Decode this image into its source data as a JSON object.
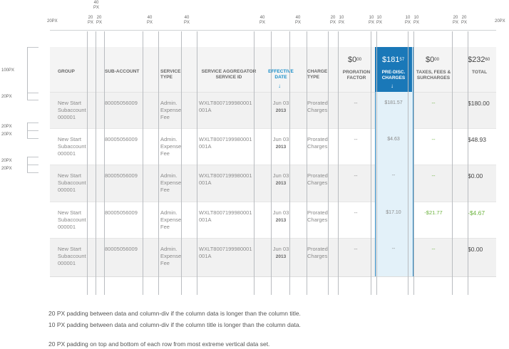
{
  "top_labels": {
    "l20a": "20PX",
    "l40a_1": "40",
    "l40a_2": "PX",
    "l20b_1": "20",
    "l20b_2": "PX",
    "l20c_1": "20",
    "l20c_2": "PX",
    "l40b_1": "40",
    "l40b_2": "PX",
    "l40c_1": "40",
    "l40c_2": "PX",
    "l40d_1": "40",
    "l40d_2": "PX",
    "l40e_1": "40",
    "l40e_2": "PX",
    "l20d_1": "20",
    "l20d_2": "PX",
    "l10a_1": "10",
    "l10a_2": "PX",
    "l10b_1": "10",
    "l10b_2": "PX",
    "l10c_1": "10",
    "l10c_2": "PX",
    "l10d_1": "10",
    "l10d_2": "PX",
    "l10e_1": "10",
    "l10e_2": "PX",
    "l20e_1": "20",
    "l20e_2": "PX",
    "l20f_1": "20",
    "l20f_2": "PX",
    "l20g": "20PX"
  },
  "left_labels": [
    "100PX",
    "20PX",
    "20PX",
    "20PX",
    "20PX",
    "20PX"
  ],
  "headers": {
    "group": "GROUP",
    "sub_account": "SUB-ACCOUNT",
    "service_type_1": "SERVICE",
    "service_type_2": "TYPE",
    "aggregator_1": "SERVICE AGGREGATOR",
    "aggregator_2": "SERVICE ID",
    "effective_1": "EFFECTIVE",
    "effective_2": "DATE",
    "charge_type_1": "CHARGE",
    "charge_type_2": "TYPE",
    "proration_1": "PRORATION",
    "proration_2": "FACTOR",
    "prediscount_1": "PRE-DISC.",
    "prediscount_2": "CHARGES",
    "taxes_1": "TAXES, FEES &",
    "taxes_2": "SURCHARGES",
    "total": "TOTAL"
  },
  "totals": {
    "proration_main": "$0",
    "proration_cents": "00",
    "prediscount_main": "$181",
    "prediscount_cents": "57",
    "taxes_main": "$0",
    "taxes_cents": "00",
    "total_main": "$232",
    "total_cents": "60"
  },
  "rows": [
    {
      "group1": "New Start",
      "group2": "Subaccount",
      "group3": "000001",
      "sub": "80005056009",
      "st1": "Admin.",
      "st2": "Expense",
      "st3": "Fee",
      "agg1": "WXLT8007199980001",
      "agg2": "001A",
      "date1": "Jun 03",
      "date2": "2013",
      "ct1": "Prorated",
      "ct2": "Charges",
      "proration": "--",
      "prediscount": "$181.57",
      "taxes": "--",
      "total": "$180.00"
    },
    {
      "group1": "New Start",
      "group2": "Subaccount",
      "group3": "000001",
      "sub": "80005056009",
      "st1": "Admin.",
      "st2": "Expense",
      "st3": "Fee",
      "agg1": "WXLT8007199980001",
      "agg2": "001A",
      "date1": "Jun 03",
      "date2": "2013",
      "ct1": "Prorated",
      "ct2": "Charges",
      "proration": "--",
      "prediscount": "$4.63",
      "taxes": "--",
      "total": "$48.93"
    },
    {
      "group1": "New Start",
      "group2": "Subaccount",
      "group3": "000001",
      "sub": "80005056009",
      "st1": "Admin.",
      "st2": "Expense",
      "st3": "Fee",
      "agg1": "WXLT8007199980001",
      "agg2": "001A",
      "date1": "Jun 03",
      "date2": "2013",
      "ct1": "Prorated",
      "ct2": "Charges",
      "proration": "--",
      "prediscount": "--",
      "taxes": "--",
      "total": "$0.00"
    },
    {
      "group1": "New Start",
      "group2": "Subaccount",
      "group3": "000001",
      "sub": "80005056009",
      "st1": "Admin.",
      "st2": "Expense",
      "st3": "Fee",
      "agg1": "WXLT8007199980001",
      "agg2": "001A",
      "date1": "Jun 03",
      "date2": "2013",
      "ct1": "Prorated",
      "ct2": "Charges",
      "proration": "--",
      "prediscount": "$17.10",
      "taxes": "-$21.77",
      "total": "-$4.67"
    },
    {
      "group1": "New Start",
      "group2": "Subaccount",
      "group3": "000001",
      "sub": "80005056009",
      "st1": "Admin.",
      "st2": "Expense",
      "st3": "Fee",
      "agg1": "WXLT8007199980001",
      "agg2": "001A",
      "date1": "Jun 03",
      "date2": "2013",
      "ct1": "Prorated",
      "ct2": "Charges",
      "proration": "--",
      "prediscount": "--",
      "taxes": "--",
      "total": "$0.00"
    }
  ],
  "notes": {
    "line1": "20 PX padding between data and column-div if the column data is longer than the column title.",
    "line2": "10 PX padding between data and column-div if the column title is longer than the column data.",
    "line3": "20 PX padding on top and bottom of each row from most extreme vertical data set."
  },
  "colors": {
    "accent": "#1a78b8",
    "accent_light": "#e3f1f9",
    "negative": "#6db33f",
    "date_header": "#1a8ec9"
  },
  "icons": {
    "sort": "arrow-down-icon"
  }
}
